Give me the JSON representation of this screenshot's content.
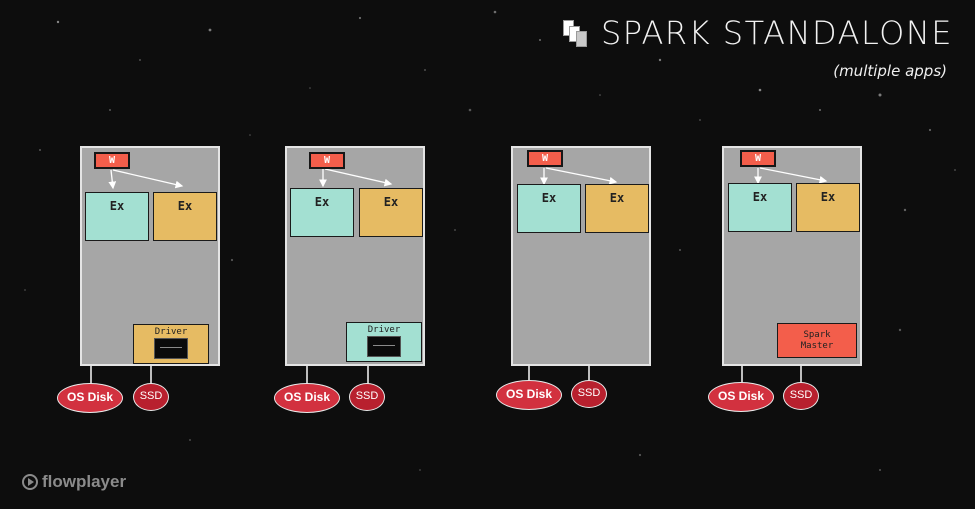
{
  "header": {
    "title": "SPARK STANDALONE",
    "subtitle": "(multiple apps)"
  },
  "labels": {
    "worker": "W",
    "executor": "Ex",
    "driver": "Driver",
    "spark_master_line1": "Spark",
    "spark_master_line2": "Master",
    "os_disk": "OS Disk",
    "ssd": "SSD"
  },
  "watermark": {
    "text": "flowplayer"
  },
  "icons": {
    "spark": "spark-logo-icon",
    "play": "play-circle-icon"
  },
  "colors": {
    "background": "#0d0d0d",
    "node": "#a6a6a6",
    "worker": "#f35e4b",
    "executor_teal": "#a3e0d2",
    "executor_gold": "#e6bb63",
    "disk": "#d2313f"
  }
}
